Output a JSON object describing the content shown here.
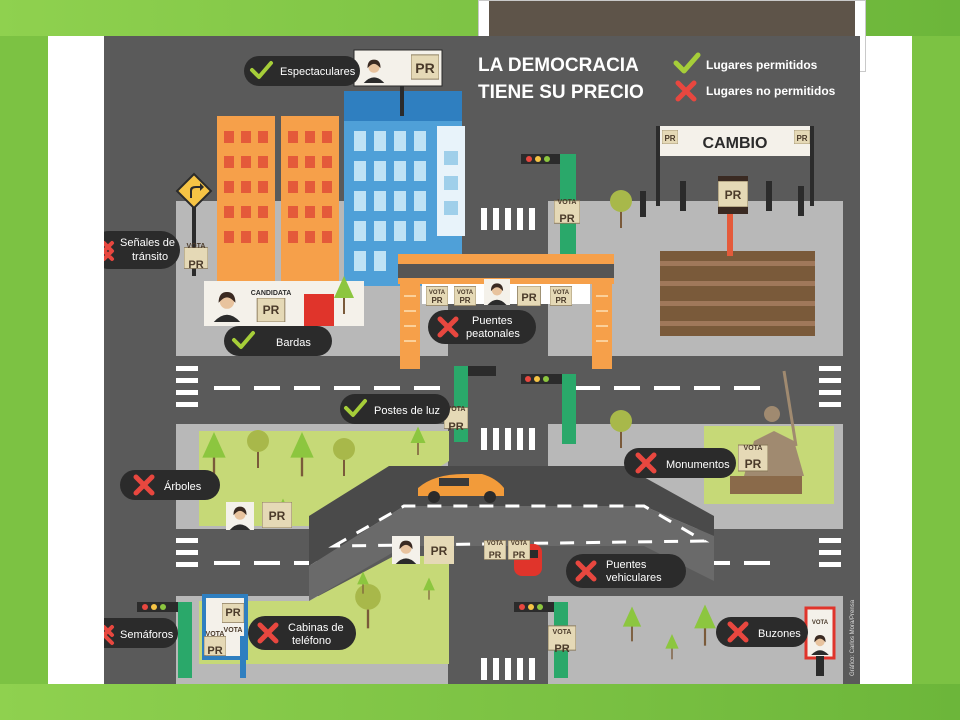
{
  "title": {
    "line1": "LA DEMOCRACIA",
    "line2": "TIENE SU PRECIO"
  },
  "legend": {
    "allowed": "Lugares permitidos",
    "forbidden": "Lugares no permitidos"
  },
  "places": {
    "espectaculares": "Espectaculares",
    "senales_1": "Señales de",
    "senales_2": "tránsito",
    "bardas": "Bardas",
    "puentes_peat_1": "Puentes",
    "puentes_peat_2": "peatonales",
    "postes": "Postes de luz",
    "arboles": "Árboles",
    "monumentos": "Monumentos",
    "puentes_veh_1": "Puentes",
    "puentes_veh_2": "vehiculares",
    "semaforos": "Semáforos",
    "cabinas_1": "Cabinas de",
    "cabinas_2": "teléfono",
    "buzones": "Buzones"
  },
  "signs": {
    "pr": "PR",
    "vota": "VOTA",
    "candidata": "CANDIDATA",
    "cambio": "CAMBIO"
  },
  "credit": "Gráfico: Carlos Mora/Prensa",
  "colors": {
    "background_green": "#7cc243",
    "road": "#5a5a5a",
    "sidewalk": "#b8b8b8",
    "label_bg": "#2b2b2b",
    "check": "#a6ce39",
    "cross": "#e8473f",
    "sign_bg": "#e5d9b6",
    "sign_text": "#4a3a2a"
  }
}
